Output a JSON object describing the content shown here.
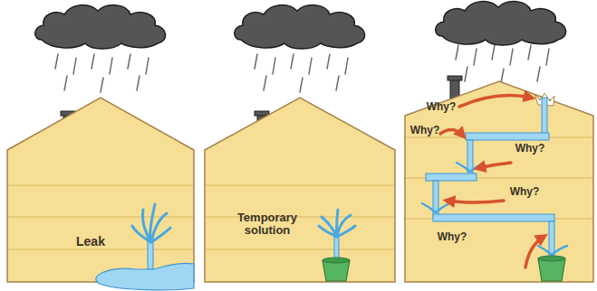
{
  "diagram": {
    "nodes": [
      {
        "text": [
          "Leak"
        ]
      },
      {
        "text": [
          "Temporary solution"
        ]
      },
      {
        "text": [
          "Why?",
          "Why?",
          "Why?",
          "Why?",
          "Why?"
        ]
      }
    ]
  }
}
